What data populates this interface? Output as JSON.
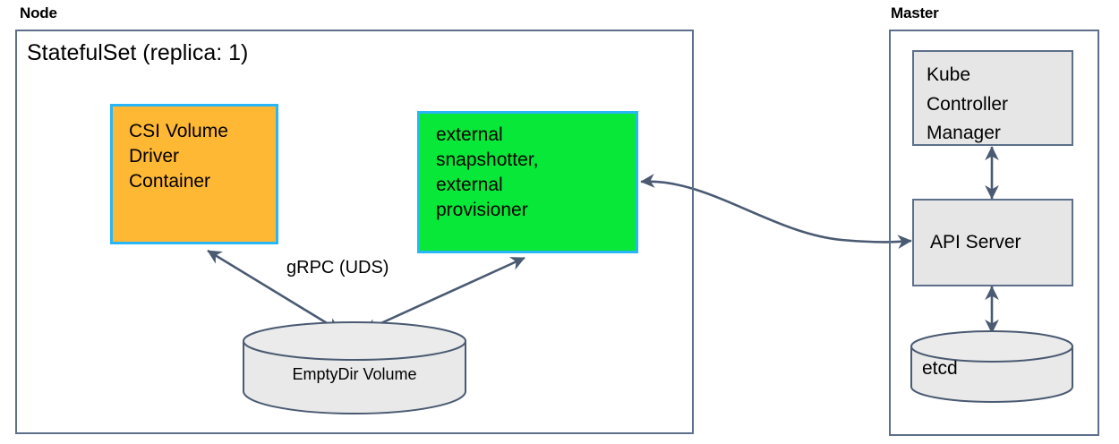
{
  "diagram": {
    "title_node": "Node",
    "title_master": "Master",
    "statefulset_label": "StatefulSet (replica: 1)",
    "colors": {
      "frame_stroke": "#5d6f8a",
      "component_border": "#29b6f6",
      "csi_fill": "#ffb833",
      "external_fill": "#07e838",
      "gray_fill": "#e6e6e6",
      "arrow": "#4a5a72",
      "text": "#000000"
    }
  },
  "node_zone": {
    "label": "Node",
    "statefulset": "StatefulSet (replica: 1)",
    "csi_container": {
      "name": "CSI Volume Driver Container",
      "lines": [
        "CSI Volume",
        "Driver",
        "Container"
      ]
    },
    "external_container": {
      "name": "external snapshotter, external provisioner",
      "lines": [
        "external",
        "snapshotter,",
        "external",
        "provisioner"
      ]
    },
    "emptydir_volume": {
      "label": "EmptyDir Volume"
    }
  },
  "master_zone": {
    "label": "Master",
    "kube_controller_manager": {
      "name": "Kube Controller Manager",
      "lines": [
        "Kube",
        "Controller",
        "Manager"
      ]
    },
    "api_server": {
      "label": "API Server"
    },
    "etcd": {
      "label": "etcd"
    }
  },
  "connections": [
    {
      "id": "grpc-uds",
      "label": "gRPC (UDS)",
      "from": "EmptyDir Volume",
      "to": "CSI Volume Driver Container / external provisioner",
      "style": "bidirectional"
    },
    {
      "id": "external-to-api-server",
      "label": "",
      "from": "external snapshotter, external provisioner",
      "to": "API Server",
      "style": "bidirectional-curved"
    },
    {
      "id": "kcm-to-api-server",
      "label": "",
      "from": "Kube Controller Manager",
      "to": "API Server",
      "style": "bidirectional"
    },
    {
      "id": "api-server-to-etcd",
      "label": "",
      "from": "API Server",
      "to": "etcd",
      "style": "bidirectional"
    }
  ]
}
